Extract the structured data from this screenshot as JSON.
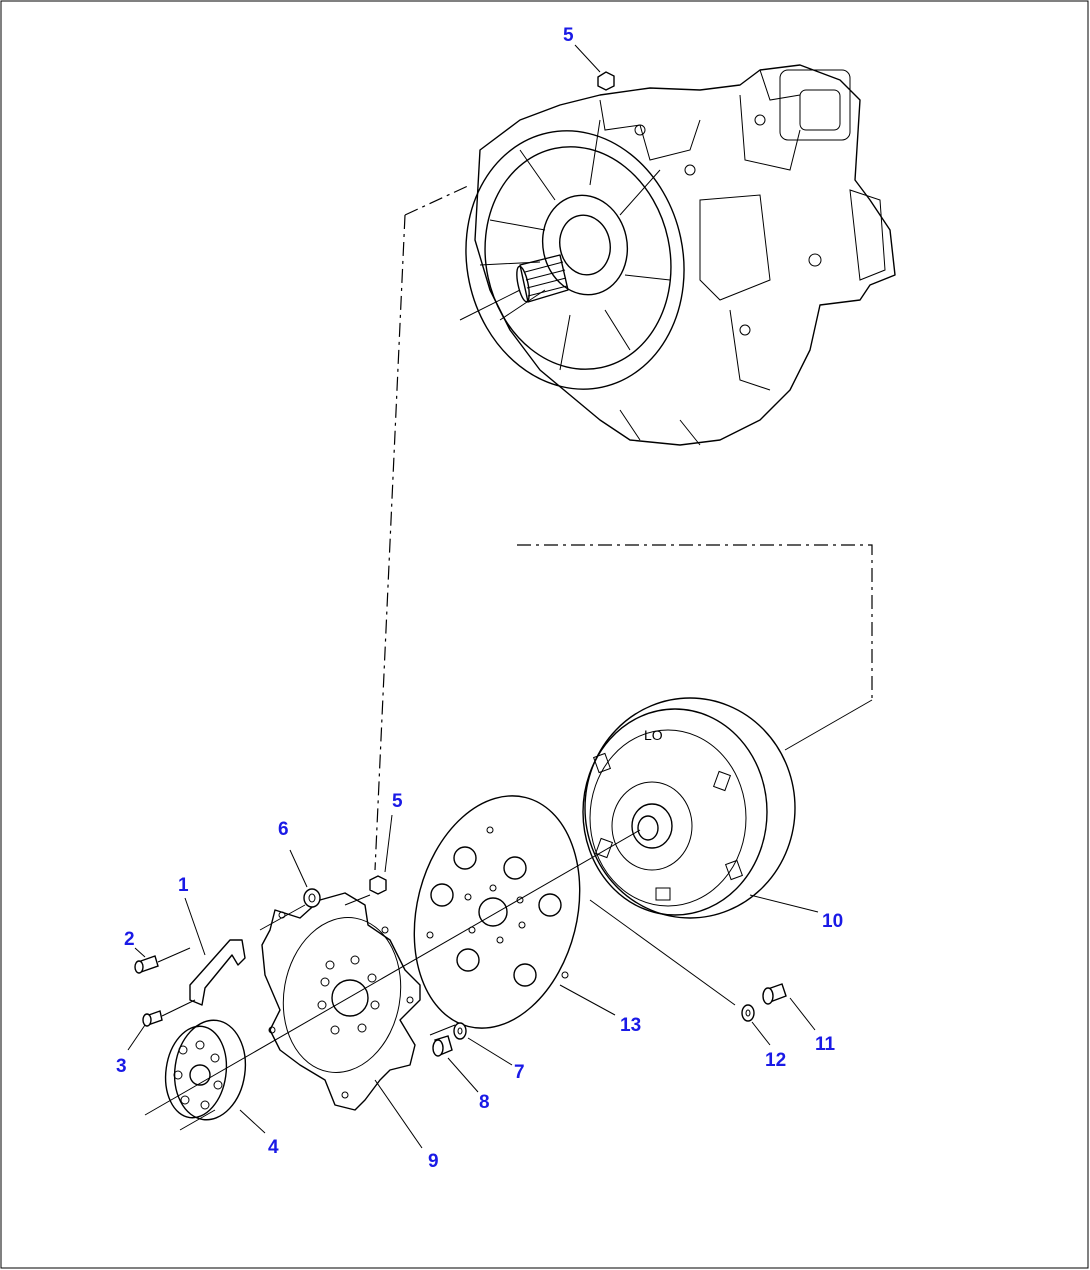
{
  "callouts": {
    "c1": "1",
    "c2": "2",
    "c3": "3",
    "c4": "4",
    "c5_top": "5",
    "c5_mid": "5",
    "c6": "6",
    "c7": "7",
    "c8": "8",
    "c9": "9",
    "c10": "10",
    "c11": "11",
    "c12": "12",
    "c13": "13"
  },
  "converter_mark": "LO",
  "colors": {
    "callout": "#1a1ae6",
    "line": "#000000",
    "background": "#ffffff"
  }
}
